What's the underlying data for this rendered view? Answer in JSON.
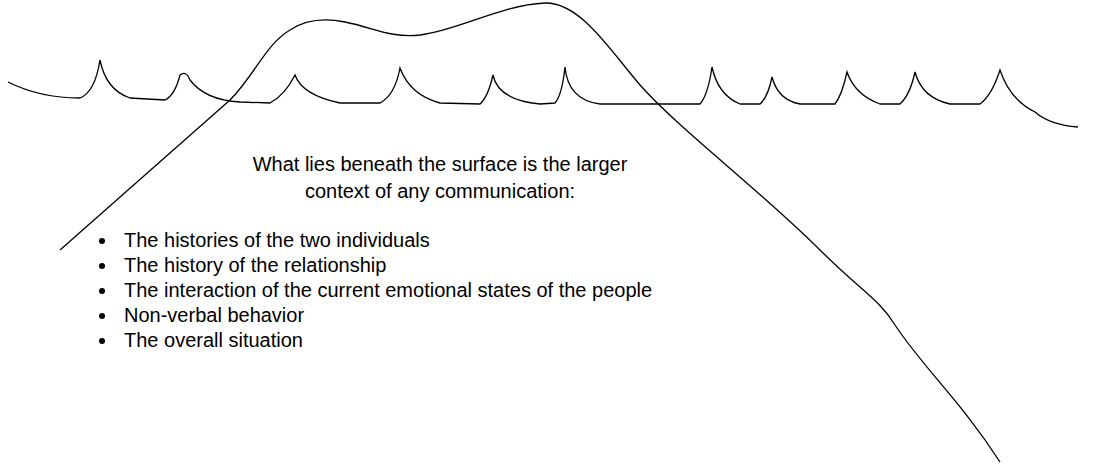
{
  "diagram": {
    "nodes": [
      {
        "text": [
          "What lies beneath the surface is the larger context of any communication:",
          "The histories of the two individuals",
          "The history of the relationship",
          "The interaction of the current emotional states of the people",
          "Non-verbal behavior",
          "The overall situation"
        ]
      }
    ]
  }
}
